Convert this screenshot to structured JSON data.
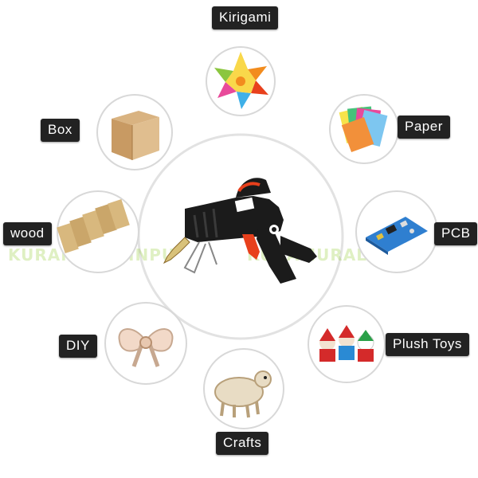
{
  "labels": {
    "kirigami": "Kirigami",
    "box": "Box",
    "paper": "Paper",
    "wood": "wood",
    "pcb": "PCB",
    "diy": "DIY",
    "plush_toys": "Plush Toys",
    "crafts": "Crafts"
  },
  "watermark": {
    "left": "KURAMURALINPU",
    "right": "KURAMURALINPU"
  },
  "center_product": {
    "icon": "glue-gun-icon",
    "colors": {
      "body": "#1a1a1a",
      "trigger": "#e8401c",
      "nozzle": "#d9c27a"
    }
  },
  "icons": {
    "kirigami": "paper-flower-icon",
    "box": "cardboard-box-icon",
    "paper": "color-paper-stack-icon",
    "wood": "wood-blocks-icon",
    "pcb": "circuit-board-icon",
    "diy": "bead-bow-icon",
    "plush_toys": "plush-toys-icon",
    "crafts": "rope-sheep-icon"
  },
  "colors": {
    "label_bg": "#222222",
    "label_text": "#ffffff",
    "circle_border": "#d8d8d8"
  }
}
